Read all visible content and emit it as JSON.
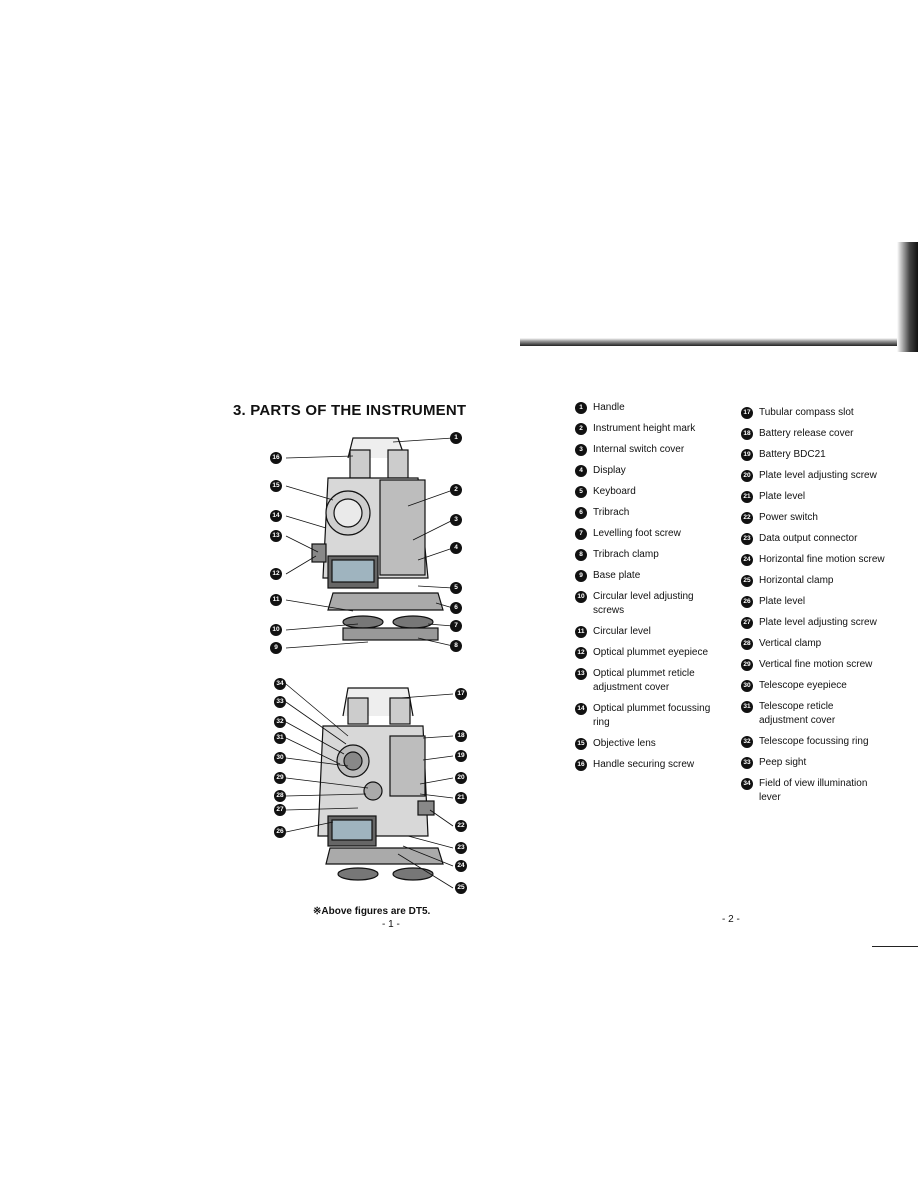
{
  "heading": "3. PARTS OF THE INSTRUMENT",
  "left_list": [
    {
      "n": "1",
      "label": "Handle"
    },
    {
      "n": "2",
      "label": "Instrument height mark"
    },
    {
      "n": "3",
      "label": "Internal switch cover"
    },
    {
      "n": "4",
      "label": "Display"
    },
    {
      "n": "5",
      "label": "Keyboard"
    },
    {
      "n": "6",
      "label": "Tribrach"
    },
    {
      "n": "7",
      "label": "Levelling foot screw"
    },
    {
      "n": "8",
      "label": "Tribrach clamp"
    },
    {
      "n": "9",
      "label": "Base plate"
    },
    {
      "n": "10",
      "label": "Circular level adjusting screws"
    },
    {
      "n": "11",
      "label": "Circular level"
    },
    {
      "n": "12",
      "label": "Optical plummet eyepiece"
    },
    {
      "n": "13",
      "label": "Optical plummet reticle adjustment cover"
    },
    {
      "n": "14",
      "label": "Optical plummet focussing ring"
    },
    {
      "n": "15",
      "label": "Objective lens"
    },
    {
      "n": "16",
      "label": "Handle securing screw"
    }
  ],
  "right_list": [
    {
      "n": "17",
      "label": "Tubular compass slot"
    },
    {
      "n": "18",
      "label": "Battery release cover"
    },
    {
      "n": "19",
      "label": "Battery BDC21"
    },
    {
      "n": "20",
      "label": "Plate level adjusting screw"
    },
    {
      "n": "21",
      "label": "Plate level"
    },
    {
      "n": "22",
      "label": "Power switch"
    },
    {
      "n": "23",
      "label": "Data output connector"
    },
    {
      "n": "24",
      "label": "Horizontal fine motion screw"
    },
    {
      "n": "25",
      "label": "Horizontal clamp"
    },
    {
      "n": "26",
      "label": "Plate level"
    },
    {
      "n": "27",
      "label": "Plate level adjusting screw"
    },
    {
      "n": "28",
      "label": "Vertical clamp"
    },
    {
      "n": "29",
      "label": "Vertical fine motion screw"
    },
    {
      "n": "30",
      "label": "Telescope eyepiece"
    },
    {
      "n": "31",
      "label": "Telescope reticle adjustment cover"
    },
    {
      "n": "32",
      "label": "Telescope focussing ring"
    },
    {
      "n": "33",
      "label": "Peep sight"
    },
    {
      "n": "34",
      "label": "Field of view illumination lever"
    }
  ],
  "figure1_left_callouts": [
    "16",
    "15",
    "14",
    "13",
    "12",
    "11",
    "10",
    "9"
  ],
  "figure1_right_callouts": [
    "1",
    "2",
    "3",
    "4",
    "5",
    "6",
    "7",
    "8"
  ],
  "figure2_left_callouts": [
    "34",
    "33",
    "32",
    "31",
    "30",
    "29",
    "28",
    "27",
    "26"
  ],
  "figure2_right_callouts": [
    "17",
    "18",
    "19",
    "20",
    "21",
    "22",
    "23",
    "24",
    "25"
  ],
  "note": "※Above figures are DT5.",
  "page_left": "- 1 -",
  "page_right": "- 2 -"
}
